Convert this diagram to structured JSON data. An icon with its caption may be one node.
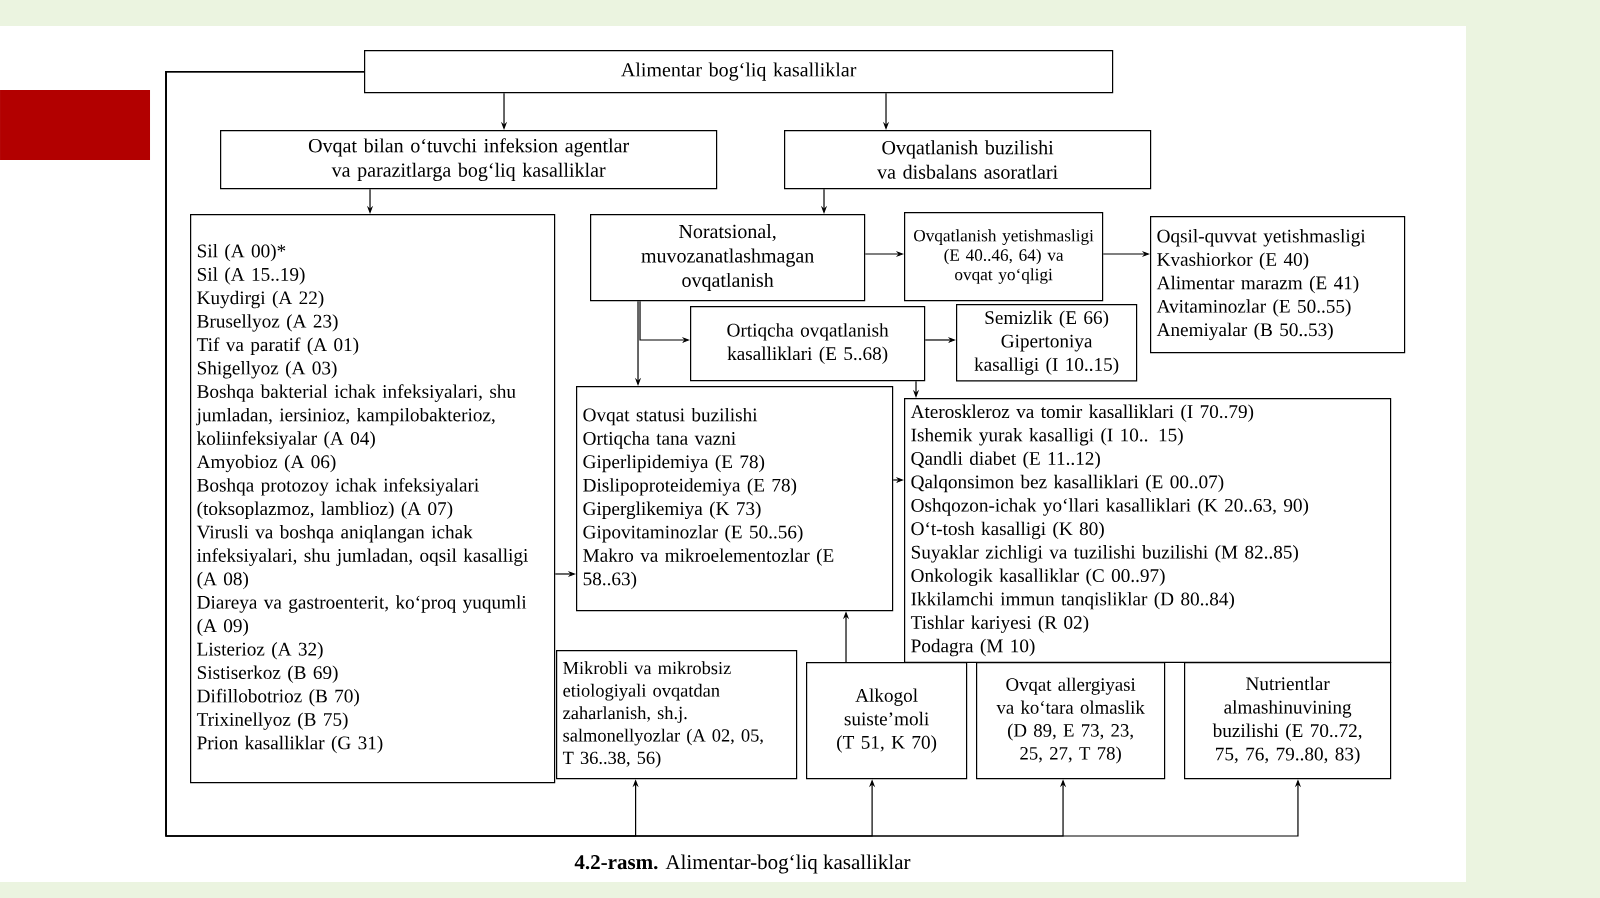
{
  "diagram": {
    "caption": "**4.2-rasm.** Alimentar-bog‘liq kasalliklar",
    "nodes": [
      {
        "text": [
          "Alimentar bog‘liq kasalliklar"
        ]
      },
      {
        "text": [
          "Ovqat bilan o‘tuvchi infeksion agentlar va parazitlarga bog‘liq kasalliklar"
        ]
      },
      {
        "text": [
          "Ovqatlanish buzilishi va disbalans asoratlari"
        ]
      },
      {
        "text": [
          "Sil (A 00)*",
          "Sil (A 15..19)",
          "Kuydirgi (A 22)",
          "Brusellyoz (A 23)",
          "Tif va paratif (A 01)",
          "Shigellyoz (A 03)",
          "Boshqa bakterial ichak infeksiyalari, shu jumladan, iersinioz, kampilobakterioz, koliinfeksiyalar (A 04)",
          "Amyobioz (A 06)",
          "Boshqa protozoy ichak infeksiyalari (toksoplazmoz, lamblioz) (A 07)",
          "Virusli va boshqa aniqlangan ichak infeksiyalari, shu jumladan, oqsil kasalligi (A 08)",
          "Diareya va gastroenterit, ko‘proq yuqumli (A 09)",
          "Listerioz (A 32)",
          "Sistiserkoz (B 69)",
          "Difillobotrioz (B 70)",
          "Trixinellyoz (B 75)",
          "Prion kasalliklar (G 31)"
        ]
      },
      {
        "text": [
          "Noratsional, muvozanatlashmagan ovqatlanish"
        ]
      },
      {
        "text": [
          "Ovqatlanish yetishmasligi (E 40..46, 64) va ovqat yo‘qligi"
        ]
      },
      {
        "text": [
          "Oqsil-quvvat yetishmasligi",
          "Kvashiorkor (E 40)",
          "Alimentar marazm (E 41)",
          "Avitaminozlar (E 50..55)",
          "Anemiyalar (B 50..53)"
        ]
      },
      {
        "text": [
          "Ortiqcha ovqatlanish kasalliklari (E 5..68)"
        ]
      },
      {
        "text": [
          "Semizlik (E 66)",
          "Gipertoniya kasalligi (I 10..15)"
        ]
      },
      {
        "text": [
          "Ovqat statusi buzilishi",
          "Ortiqcha tana vazni",
          "Giperlipidemiya (E 78)",
          "Dislipoproteidemiya (E 78)",
          "Giperglikemiya (K 73)",
          "Gipovitaminozlar (E 50..56)",
          "Makro va mikroelementozlar (E 58..63)"
        ]
      },
      {
        "text": [
          "Ateroskleroz va tomir kasalliklari (I 70..79)",
          "Ishemik yurak kasalligi (I 10.. 15)",
          "Qandli diabet (E 11..12)",
          "Qalqonsimon bez kasalliklari (E 00..07)",
          "Oshqozon-ichak yo‘llari kasalliklari (K 20..63, 90)",
          "O‘t-tosh kasalligi (K 80)",
          "Suyaklar zichligi va tuzilishi buzilishi (M 82..85)",
          "Onkologik kasalliklar (C 00..97)",
          "Ikkilamchi immun tanqisliklar (D 80..84)",
          "Tishlar kariyesi (R 02)",
          "Podagra (M 10)"
        ]
      },
      {
        "text": [
          "Mikrobli va mikrobsiz etiologiyali ovqatdan zaharlanish, sh.j. salmonellyozlar (A 02, 05, T 36..38, 56)"
        ]
      },
      {
        "text": [
          "Alkogol suiste’moli (T 51, K 70)"
        ]
      },
      {
        "text": [
          "Ovqat allergiyasi va ko‘tara olmaslik (D 89, E 73, 23, 25, 27, T 78)"
        ]
      },
      {
        "text": [
          "Nutrientlar almashinuvining buzilishi (E 70..72, 75, 76, 79..80, 83)"
        ]
      }
    ],
    "edges": [
      {
        "from": 0,
        "to": 1,
        "arrow": "to"
      },
      {
        "from": 0,
        "to": 2,
        "arrow": "to"
      },
      {
        "from": 1,
        "to": 3,
        "arrow": "to"
      },
      {
        "from": 2,
        "to": 4,
        "arrow": "to"
      },
      {
        "from": 4,
        "to": 5,
        "arrow": "to"
      },
      {
        "from": 5,
        "to": 6,
        "arrow": "to"
      },
      {
        "from": 4,
        "to": 7,
        "arrow": "to"
      },
      {
        "from": 7,
        "to": 8,
        "arrow": "to"
      },
      {
        "from": 4,
        "to": 9,
        "arrow": "to"
      },
      {
        "from": 7,
        "to": 10,
        "arrow": "to"
      },
      {
        "from": 9,
        "to": 10,
        "arrow": "to"
      },
      {
        "from": 3,
        "to": 9,
        "arrow": "to"
      },
      {
        "from": 12,
        "to": 9,
        "arrow": "to"
      },
      {
        "from": 0,
        "to": 11,
        "arrow": "to"
      },
      {
        "from": 0,
        "to": 12,
        "arrow": "to"
      },
      {
        "from": 0,
        "to": 13,
        "arrow": "to"
      },
      {
        "from": 0,
        "to": 14,
        "arrow": "to"
      }
    ]
  }
}
